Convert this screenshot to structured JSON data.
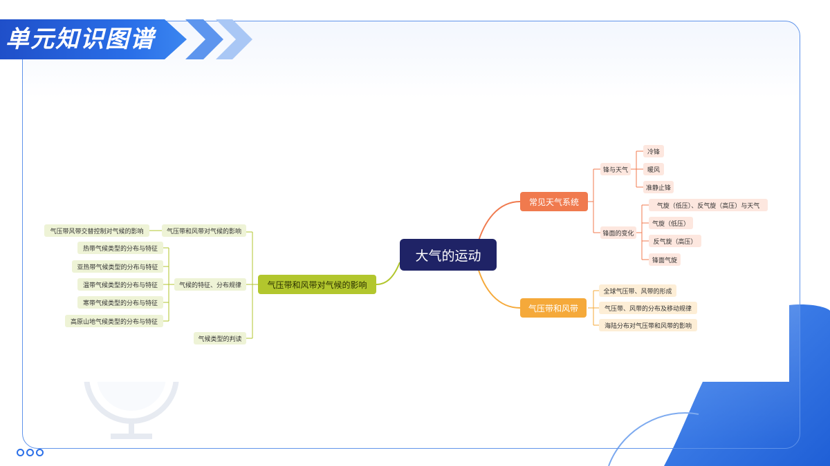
{
  "slide": {
    "title": "单元知识图谱"
  },
  "mindmap": {
    "root": "大气的运动",
    "right": {
      "systems": {
        "label": "常见天气系统",
        "front_weather": {
          "label": "锋与天气",
          "items": [
            "冷锋",
            "暖风",
            "准静止锋"
          ]
        },
        "surface_change": {
          "label": "锋面的变化",
          "items": [
            "气旋（低压）、反气旋（高压）与天气",
            "气旋（低压）",
            "反气旋（高压）",
            "锋面气旋"
          ]
        }
      },
      "belts": {
        "label": "气压带和风带",
        "items": [
          "全球气压带、风带的形成",
          "气压带、风带的分布及移动规律",
          "海陆分布对气压带和风带的影响"
        ]
      }
    },
    "left": {
      "label": "气压带和风带对气候的影响",
      "influence": {
        "label": "气压带和风带对气候的影响",
        "items": [
          "气压带风带交替控制对气候的影响"
        ]
      },
      "features": {
        "label": "气候的特征、分布规律",
        "items": [
          "热带气候类型的分布与特征",
          "亚热带气候类型的分布与特征",
          "温带气候类型的分布与特征",
          "寒带气候类型的分布与特征",
          "高原山地气候类型的分布与特征"
        ]
      },
      "judge": {
        "label": "气候类型的判读"
      }
    }
  },
  "colors": {
    "root": "#1f2366",
    "orange": "#f07a4e",
    "yellow": "#f5a93a",
    "green": "#b2c62d",
    "accent": "#2a6fe8"
  }
}
